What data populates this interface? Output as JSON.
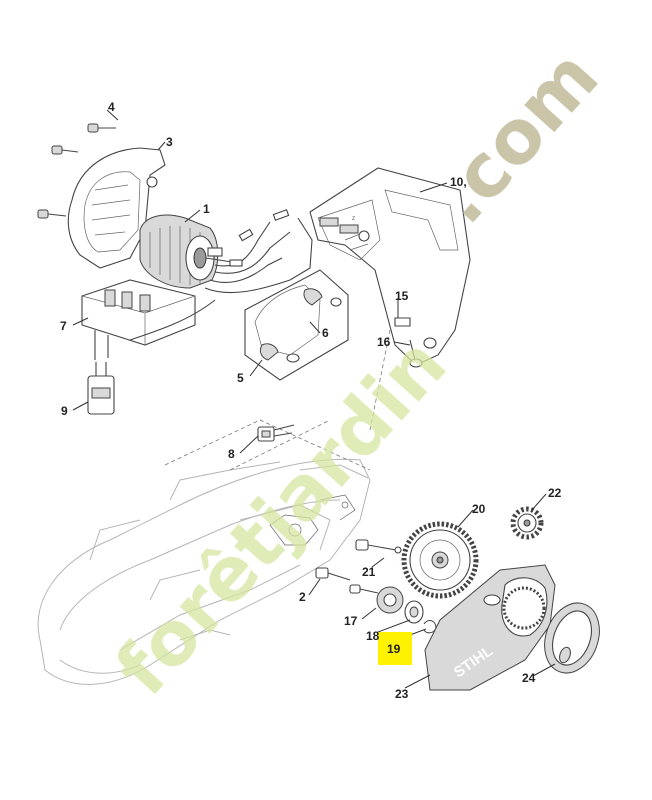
{
  "colors": {
    "highlight": "#fff200",
    "watermark_green": "#d4e6a0",
    "watermark_dark": "#b9b28c",
    "line": "#444444"
  },
  "parts": [
    {
      "num": "1"
    },
    {
      "num": "2"
    },
    {
      "num": "3"
    },
    {
      "num": "4"
    },
    {
      "num": "5"
    },
    {
      "num": "6"
    },
    {
      "num": "7"
    },
    {
      "num": "8"
    },
    {
      "num": "9"
    },
    {
      "num": "10,"
    },
    {
      "num": "15"
    },
    {
      "num": "16"
    },
    {
      "num": "17"
    },
    {
      "num": "18"
    },
    {
      "num": "19"
    },
    {
      "num": "20"
    },
    {
      "num": "21"
    },
    {
      "num": "22"
    },
    {
      "num": "23"
    },
    {
      "num": "24"
    }
  ],
  "highlighted_part": "19",
  "brand_text": "STIHL",
  "watermark": {
    "green": "forêtjardin",
    "dark": ".com"
  }
}
